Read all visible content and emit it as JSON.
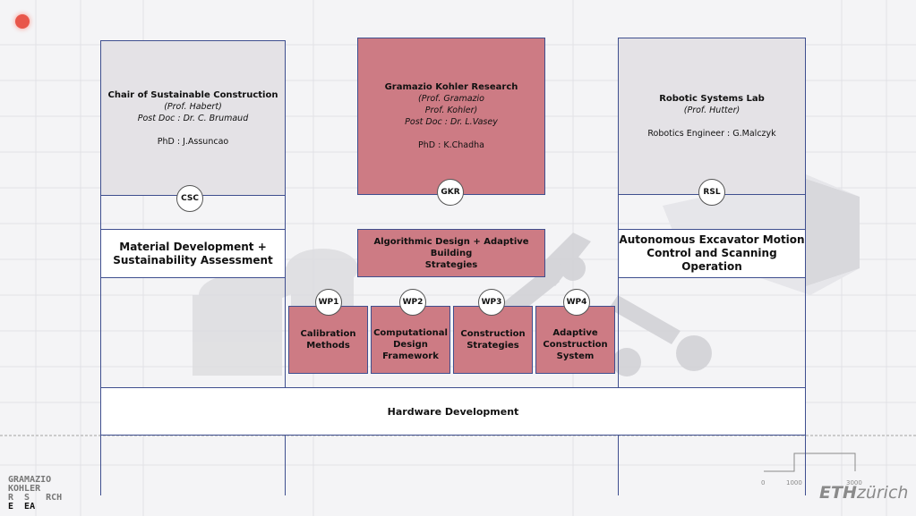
{
  "labs": [
    {
      "name": "Chair of Sustainable Construction",
      "prof": "Prof. Habert",
      "postdoc": "Post Doc : Dr. C. Brumaud",
      "phd": "PhD : J.Assuncao",
      "code": "CSC"
    },
    {
      "name": "Gramazio Kohler Research",
      "prof_line1": "Prof. Gramazio",
      "prof_line2": "Prof. Kohler",
      "postdoc": "Post Doc : Dr. L.Vasey",
      "phd": "PhD : K.Chadha",
      "code": "GKR"
    },
    {
      "name": "Robotic Systems Lab",
      "prof": "Prof. Hutter",
      "engineer": "Robotics Engineer : G.Malczyk",
      "code": "RSL"
    }
  ],
  "topics": {
    "left_line1": "Material Development +",
    "left_line2": "Sustainability Assessment",
    "center_line1": "Algorithmic Design +  Adaptive Building",
    "center_line2": "Strategies",
    "right_line1": "Autonomous Excavator Motion",
    "right_line2": "Control and Scanning Operation"
  },
  "work_packages": [
    {
      "code": "WP1",
      "line1": "Calibration",
      "line2": "Methods",
      "line3": ""
    },
    {
      "code": "WP2",
      "line1": "Computational",
      "line2": "Design",
      "line3": "Framework"
    },
    {
      "code": "WP3",
      "line1": "Construction",
      "line2": "Strategies",
      "line3": ""
    },
    {
      "code": "WP4",
      "line1": "Adaptive",
      "line2": "Construction",
      "line3": "System"
    }
  ],
  "hardware": "Hardware Development",
  "logo_left": {
    "line1": "GRAMAZIO",
    "line2": "KOHLER",
    "line3": "R  S   RCH",
    "line4": "E  EA"
  },
  "logo_right": {
    "bold": "ETH",
    "rest": "zürich"
  },
  "scale": {
    "t0": "0",
    "t1": "1000",
    "t2": "3000"
  },
  "colors": {
    "pink": "#cd7b84",
    "lab_gray": "#e4e2e6",
    "line_blue": "#3f4f8f",
    "background": "#f4f4f6"
  }
}
